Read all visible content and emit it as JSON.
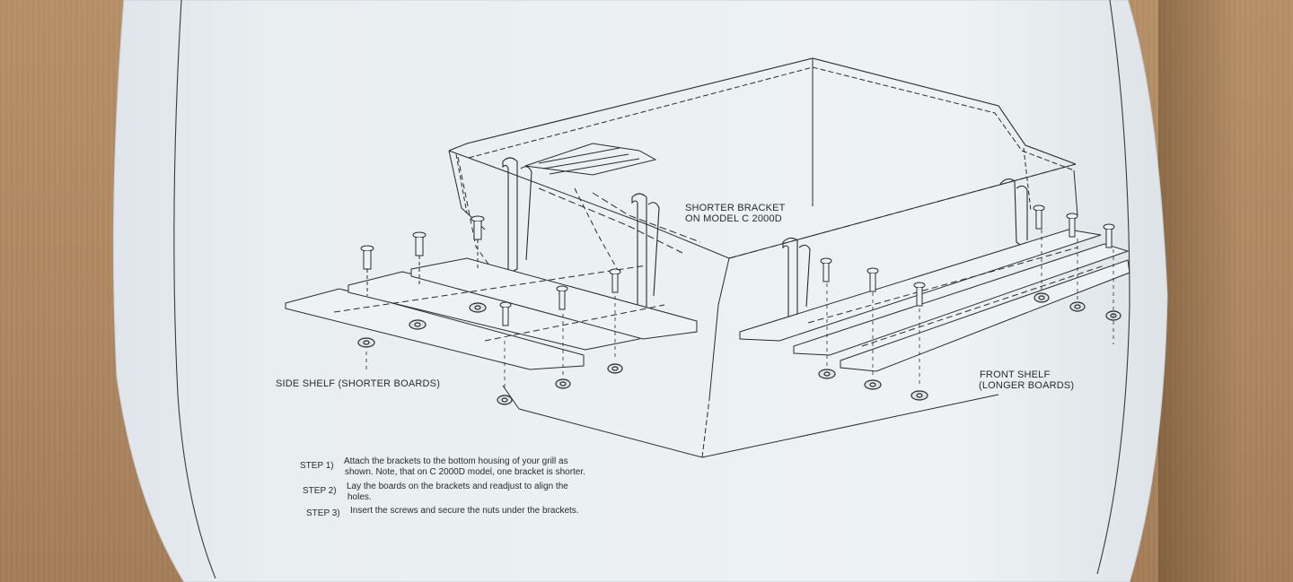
{
  "captions": {
    "shorter_bracket_line1": "SHORTER BRACKET",
    "shorter_bracket_line2": "ON MODEL C 2000D",
    "side_shelf": "SIDE SHELF (SHORTER BOARDS)",
    "front_shelf_line1": "FRONT SHELF",
    "front_shelf_line2": "(LONGER BOARDS)"
  },
  "steps": [
    {
      "label": "STEP 1)",
      "line1": "Attach the brackets to the bottom housing of your grill as",
      "line2": "shown. Note, that on C 2000D model, one bracket is shorter."
    },
    {
      "label": "STEP 2)",
      "line1": "Lay the boards on the brackets and readjust to align the",
      "line2": "holes."
    },
    {
      "label": "STEP 3)",
      "line1": "Insert the screws and secure the nuts under the brackets.",
      "line2": ""
    }
  ],
  "footer": "",
  "colors": {
    "paper": "#e9eef1",
    "ink": "#2a2a2a",
    "cardboard": "#b58f66"
  }
}
